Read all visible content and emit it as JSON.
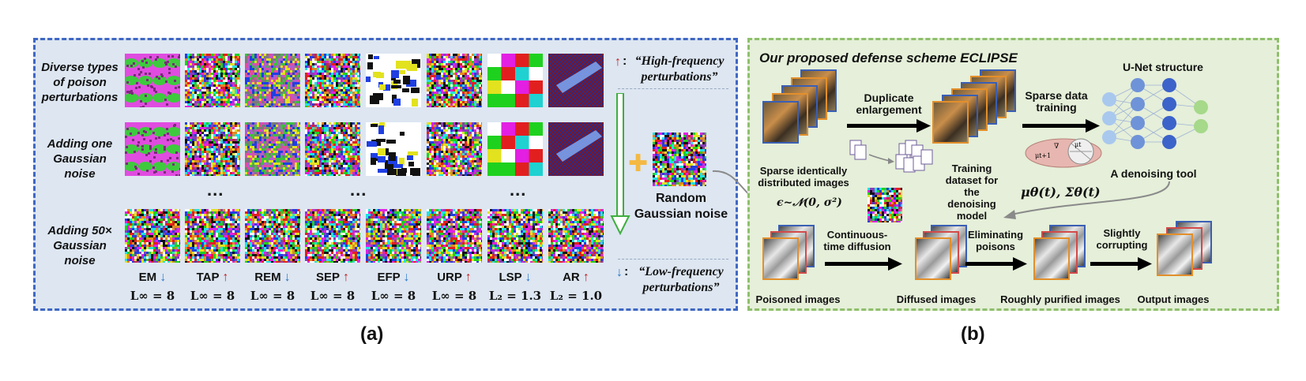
{
  "panel_a": {
    "row_labels": [
      "Diverse types of poison perturbations",
      "Adding one Gaussian noise",
      "Adding 50× Gaussian noise"
    ],
    "ellipsis": "...",
    "methods": [
      {
        "name": "EM",
        "dir": "down",
        "norm": "L∞ = 8"
      },
      {
        "name": "TAP",
        "dir": "up",
        "norm": "L∞ = 8"
      },
      {
        "name": "REM",
        "dir": "down",
        "norm": "L∞ = 8"
      },
      {
        "name": "SEP",
        "dir": "up",
        "norm": "L∞ = 8"
      },
      {
        "name": "EFP",
        "dir": "down",
        "norm": "L∞ = 8"
      },
      {
        "name": "URP",
        "dir": "up",
        "norm": "L∞ = 8"
      },
      {
        "name": "LSP",
        "dir": "down",
        "norm": "L₂ = 1.3"
      },
      {
        "name": "AR",
        "dir": "up",
        "norm": "L₂ = 1.0"
      }
    ],
    "up_arrow": "↑",
    "down_arrow": "↓",
    "legend_high_prefix": ":",
    "legend_high": "“High-frequency perturbations”",
    "legend_low_prefix": ":",
    "legend_low": "“Low-frequency perturbations”",
    "plus_sign": "✚",
    "random_noise_label": "Random Gaussian noise",
    "colors": {
      "up": "#c41e1e",
      "down": "#2b76c9",
      "border": "#3f67c4",
      "plus": "#f4b942",
      "arrow": "#3fae3f"
    }
  },
  "panel_b": {
    "title": "Our proposed defense scheme ECLIPSE",
    "duplicate_label": "Duplicate enlargement",
    "sparse_training_label": "Sparse data training",
    "unet_label": "U-Net structure",
    "sparse_images_label": "Sparse identically distributed images",
    "training_dataset_label": "Training dataset for the denoising model",
    "denoising_tool_label": "A denoising tool",
    "noise_formula": "ϵ~𝒩(0, σ²)",
    "mu_sigma": "μθ(t),   Σθ(t)",
    "continuous_label": "Continuous-time diffusion",
    "eliminating_label": "Eliminating poisons",
    "slightly_label": "Slightly corrupting",
    "poisoned_label": "Poisoned images",
    "diffused_label": "Diffused images",
    "rough_label": "Roughly purified images",
    "output_label": "Output images",
    "ellipse_labels": [
      "∇",
      "μt",
      "μt+1"
    ],
    "colors": {
      "border": "#8fbf6c",
      "unet_light": "#a9c8ee",
      "unet_dark": "#3c63c9",
      "unet_green": "#a6d98a"
    }
  },
  "captions": {
    "a": "(a)",
    "b": "(b)"
  }
}
